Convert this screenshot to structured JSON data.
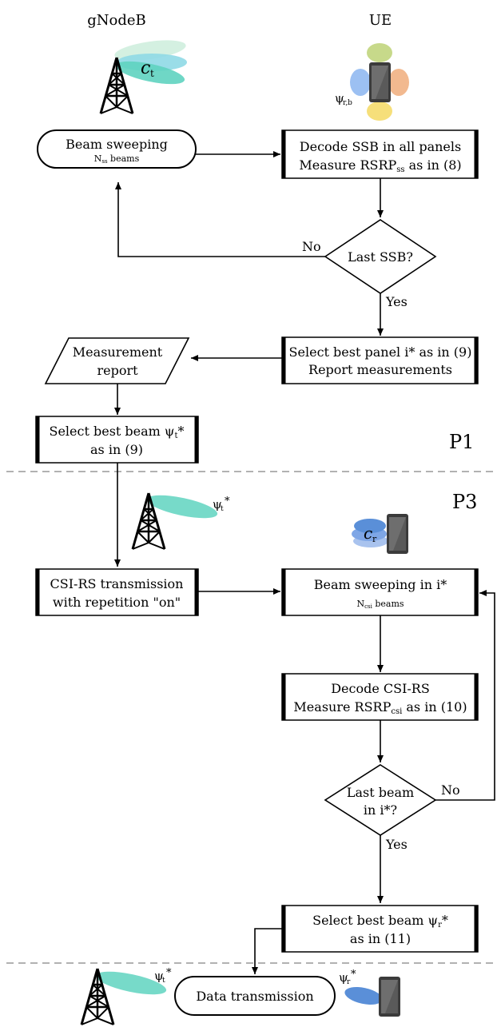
{
  "header": {
    "left": "gNodeB",
    "right": "UE"
  },
  "phases": {
    "p1": "P1",
    "p3": "P3"
  },
  "icons": {
    "ct_label": "c",
    "ct_sub": "t",
    "cr_label": "c",
    "cr_sub": "r",
    "psi_rb": "ψ",
    "psi_rb_sub": "r,b",
    "psi_t_star": "ψ",
    "psi_t_sub": "t",
    "psi_r_star": "ψ",
    "psi_r_sub": "r",
    "star": "*"
  },
  "nodes": {
    "beam_sweeping": {
      "line1": "Beam sweeping",
      "line2_main": "N",
      "line2_sub": "ss",
      "line2_rest": " beams"
    },
    "decode_ssb": {
      "line1": "Decode SSB in all panels",
      "line2_a": "Measure RSRP",
      "line2_sub": "ss",
      "line2_b": " as in (8)"
    },
    "last_ssb": {
      "label": "Last SSB?"
    },
    "no1": "No",
    "yes1": "Yes",
    "select_panel": {
      "line1": "Select best panel i* as in (9)",
      "line2": "Report measurements"
    },
    "meas_report": {
      "line1": "Measurement",
      "line2": "report"
    },
    "select_beam_t": {
      "line1_a": "Select best beam ψ",
      "line1_sub": "t",
      "line1_b": "*",
      "line2": "as in (9)"
    },
    "csi_tx": {
      "line1": "CSI-RS transmission",
      "line2": "with repetition \"on\""
    },
    "beam_sweep_i": {
      "line1": "Beam sweeping in i*",
      "line2_main": "N",
      "line2_sub": "csi",
      "line2_rest": " beams"
    },
    "decode_csi": {
      "line1": "Decode CSI-RS",
      "line2_a": "Measure RSRP",
      "line2_sub": "csi",
      "line2_b": " as in (10)"
    },
    "last_beam": {
      "line1": "Last beam",
      "line2": "in i*?"
    },
    "no2": "No",
    "yes2": "Yes",
    "select_beam_r": {
      "line1_a": "Select best beam ψ",
      "line1_sub": "r",
      "line1_b": "*",
      "line2": "as in (11)"
    },
    "data_tx": {
      "label": "Data transmission"
    }
  },
  "colors": {
    "beam_teal": "#5fd3c0",
    "beam_light": "#c9ecd9",
    "beam_blue": "#5a8fd8",
    "beam_blue_light": "#a9c3ee",
    "beam_green": "#c7d98a",
    "beam_orange": "#f2b98f",
    "beam_yellow": "#f6df7a",
    "beam_lightblue": "#9cc0f2",
    "phone_dark": "#3b3b3b",
    "dash": "#999999"
  }
}
